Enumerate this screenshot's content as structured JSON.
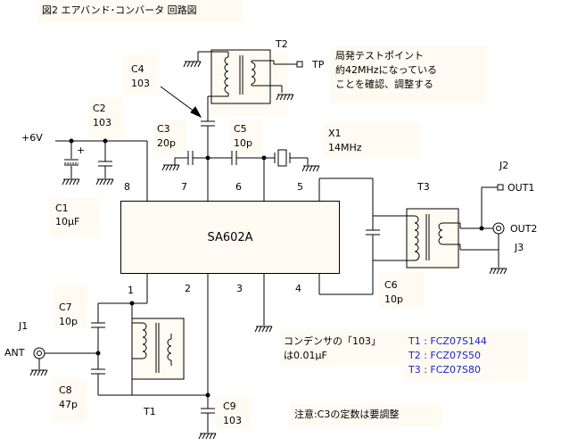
{
  "title": "図2 エアバンド･コンバータ 回路図",
  "ic": {
    "name": "SA602A",
    "pins": [
      "1",
      "2",
      "3",
      "4",
      "5",
      "6",
      "7",
      "8"
    ]
  },
  "components": {
    "C1": {
      "ref": "C1",
      "value": "10μF"
    },
    "C2": {
      "ref": "C2",
      "value": "103"
    },
    "C3": {
      "ref": "C3",
      "value": "20p"
    },
    "C4": {
      "ref": "C4",
      "value": "103"
    },
    "C5": {
      "ref": "C5",
      "value": "10p"
    },
    "C6": {
      "ref": "C6",
      "value": "10p"
    },
    "C7": {
      "ref": "C7",
      "value": "10p"
    },
    "C8": {
      "ref": "C8",
      "value": "47p"
    },
    "C9": {
      "ref": "C9",
      "value": "103"
    },
    "X1": {
      "ref": "X1",
      "value": "14MHz"
    },
    "T1": {
      "ref": "T1"
    },
    "T2": {
      "ref": "T2"
    },
    "T3": {
      "ref": "T3"
    },
    "J1": {
      "ref": "J1",
      "label": "ANT"
    },
    "J2": {
      "ref": "J2",
      "label": "OUT1"
    },
    "J3": {
      "ref": "J3",
      "label": "OUT2"
    }
  },
  "labels": {
    "supply": "+6V",
    "testpoint": "TP",
    "polarity": "+"
  },
  "notes": {
    "tp_note": [
      "局発テストポイント",
      "約42MHzになっている",
      "ことを確認、調整する"
    ],
    "cap_note": [
      "コンデンサの「103」",
      "は0.01μF"
    ],
    "transformers": [
      "T1 : FCZ07S144",
      "T2 : FCZ07S50",
      "T3 : FCZ07S80"
    ],
    "caution": "注意:C3の定数は要調整"
  },
  "colors": {
    "line": "#000000",
    "pad": "#fffbf2",
    "accent": "#1a24c4"
  }
}
